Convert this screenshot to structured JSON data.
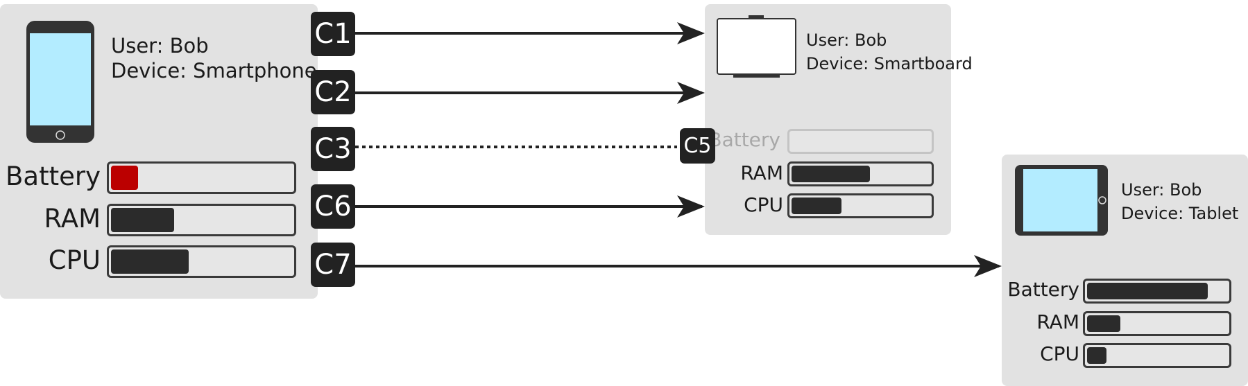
{
  "devices": {
    "smartphone": {
      "user": "User: Bob",
      "device": "Device: Smartphone",
      "metrics": [
        {
          "label": "Battery",
          "level": 0.15,
          "color": "#bb0000"
        },
        {
          "label": "RAM",
          "level": 0.35
        },
        {
          "label": "CPU",
          "level": 0.43
        }
      ]
    },
    "smartboard": {
      "user": "User: Bob",
      "device": "Device: Smartboard",
      "metrics": [
        {
          "label": "Battery",
          "level": 0,
          "disabled": true
        },
        {
          "label": "RAM",
          "level": 0.57
        },
        {
          "label": "CPU",
          "level": 0.36
        }
      ]
    },
    "tablet": {
      "user": "User: Bob",
      "device": "Device: Tablet",
      "metrics": [
        {
          "label": "Battery",
          "level": 0.86
        },
        {
          "label": "RAM",
          "level": 0.24
        },
        {
          "label": "CPU",
          "level": 0.14
        }
      ]
    }
  },
  "connections": [
    {
      "id": "C1",
      "label": "C1",
      "style": "solid",
      "target": "smartboard"
    },
    {
      "id": "C2",
      "label": "C2",
      "style": "solid",
      "target": "smartboard"
    },
    {
      "id": "C3",
      "label": "C3",
      "style": "dotted",
      "target": "smartboard",
      "end_label": "C5"
    },
    {
      "id": "C6",
      "label": "C6",
      "style": "solid",
      "target": "smartboard"
    },
    {
      "id": "C7",
      "label": "C7",
      "style": "solid",
      "target": "tablet"
    }
  ],
  "colors": {
    "panel": "#e2e2e2",
    "screen": "#b3ecff",
    "device_body": "#333333",
    "bar_fill": "#2b2b2b",
    "battery_low": "#bb0000",
    "disabled_text": "#a8a8a8"
  },
  "icons": [
    "smartphone-icon",
    "smartboard-icon",
    "tablet-icon"
  ]
}
